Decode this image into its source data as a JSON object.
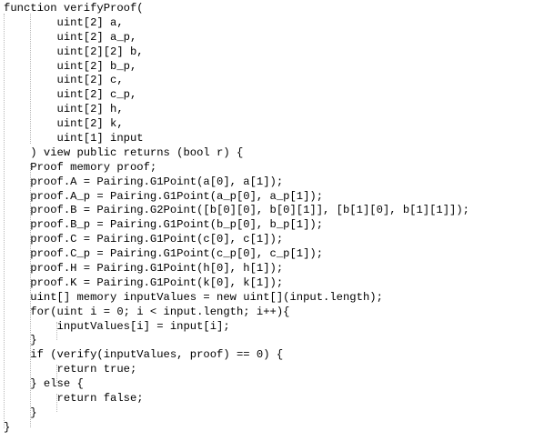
{
  "editor": {
    "lines": [
      "function verifyProof(",
      "        uint[2] a,",
      "        uint[2] a_p,",
      "        uint[2][2] b,",
      "        uint[2] b_p,",
      "        uint[2] c,",
      "        uint[2] c_p,",
      "        uint[2] h,",
      "        uint[2] k,",
      "        uint[1] input",
      "    ) view public returns (bool r) {",
      "    Proof memory proof;",
      "    proof.A = Pairing.G1Point(a[0], a[1]);",
      "    proof.A_p = Pairing.G1Point(a_p[0], a_p[1]);",
      "    proof.B = Pairing.G2Point([b[0][0], b[0][1]], [b[1][0], b[1][1]]);",
      "    proof.B_p = Pairing.G1Point(b_p[0], b_p[1]);",
      "    proof.C = Pairing.G1Point(c[0], c[1]);",
      "    proof.C_p = Pairing.G1Point(c_p[0], c_p[1]);",
      "    proof.H = Pairing.G1Point(h[0], h[1]);",
      "    proof.K = Pairing.G1Point(k[0], k[1]);",
      "    uint[] memory inputValues = new uint[](input.length);",
      "    for(uint i = 0; i < input.length; i++){",
      "        inputValues[i] = input[i];",
      "    }",
      "    if (verify(inputValues, proof) == 0) {",
      "        return true;",
      "    } else {",
      "        return false;",
      "    }",
      "}"
    ]
  }
}
